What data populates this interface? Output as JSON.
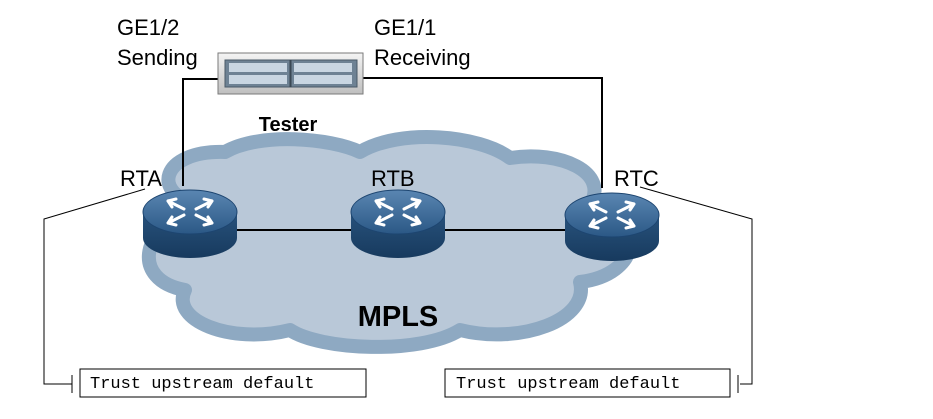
{
  "tester": {
    "label": "Tester",
    "label_color": "#8b1a1a",
    "sending_port": "GE1/2",
    "sending_label": "Sending",
    "receiving_port": "GE1/1",
    "receiving_label": "Receiving"
  },
  "network": {
    "cloud_label": "MPLS",
    "cloud_color": "#b9c8d8",
    "cloud_outline": "#8ea9c2"
  },
  "routers": [
    {
      "id": "RTA",
      "label": "RTA",
      "icon": "router-icon"
    },
    {
      "id": "RTB",
      "label": "RTB",
      "icon": "router-icon"
    },
    {
      "id": "RTC",
      "label": "RTC",
      "icon": "router-icon"
    }
  ],
  "router_color": "#2f5a86",
  "callouts": {
    "left": "Trust upstream default",
    "right": "Trust upstream default"
  }
}
